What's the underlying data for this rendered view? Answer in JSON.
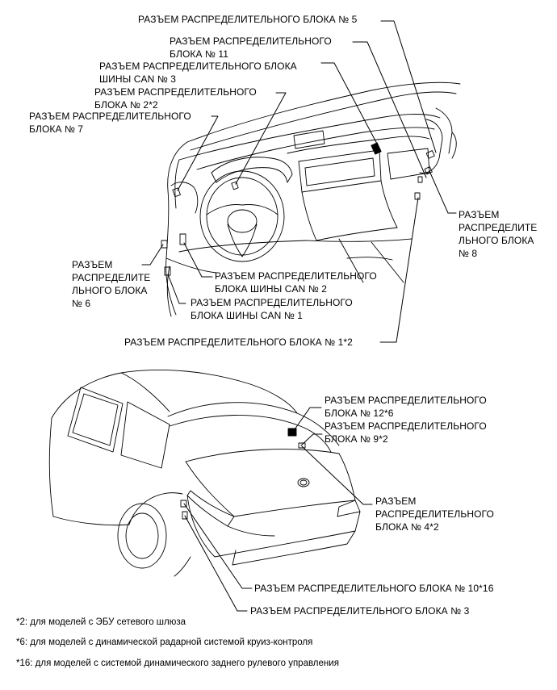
{
  "labels": {
    "l5": "РАЗЪЕМ РАСПРЕДЕЛИТЕЛЬНОГО БЛОКА № 5",
    "l11": "РАЗЪЕМ РАСПРЕДЕЛИТЕЛЬНОГО\nБЛОКА № 11",
    "l_can3": "РАЗЪЕМ РАСПРЕДЕЛИТЕЛЬНОГО БЛОКА\nШИНЫ CAN № 3",
    "l2": "РАЗЪЕМ РАСПРЕДЕЛИТЕЛЬНОГО\nБЛОКА № 2*2",
    "l7": "РАЗЪЕМ РАСПРЕДЕЛИТЕЛЬНОГО\nБЛОКА № 7",
    "l8": "РАЗЪЕМ\nРАСПРЕДЕЛИТЕ\nЛЬНОГО БЛОКА\n№ 8",
    "l6": "РАЗЪЕМ\nРАСПРЕДЕЛИТЕ\nЛЬНОГО БЛОКА\n№ 6",
    "l_can2": "РАЗЪЕМ РАСПРЕДЕЛИТЕЛЬНОГО\nБЛОКА ШИНЫ CAN № 2",
    "l_can1": "РАЗЪЕМ РАСПРЕДЕЛИТЕЛЬНОГО\nБЛОКА ШИНЫ CAN № 1",
    "l1": "РАЗЪЕМ РАСПРЕДЕЛИТЕЛЬНОГО БЛОКА № 1*2",
    "l12": "РАЗЪЕМ РАСПРЕДЕЛИТЕЛЬНОГО\nБЛОКА № 12*6",
    "l9": "РАЗЪЕМ РАСПРЕДЕЛИТЕЛЬНОГО\nБЛОКА № 9*2",
    "l4": "РАЗЪЕМ\nРАСПРЕДЕЛИТЕЛЬНОГО\nБЛОКА № 4*2",
    "l10": "РАЗЪЕМ РАСПРЕДЕЛИТЕЛЬНОГО БЛОКА № 10*16",
    "l3": "РАЗЪЕМ РАСПРЕДЕЛИТЕЛЬНОГО БЛОКА № 3"
  },
  "notes": {
    "n2": "*2: для моделей с ЭБУ сетевого шлюза",
    "n6": "*6: для моделей с динамической радарной системой круиз-контроля",
    "n16": "*16: для моделей с системой динамического заднего рулевого управления"
  }
}
